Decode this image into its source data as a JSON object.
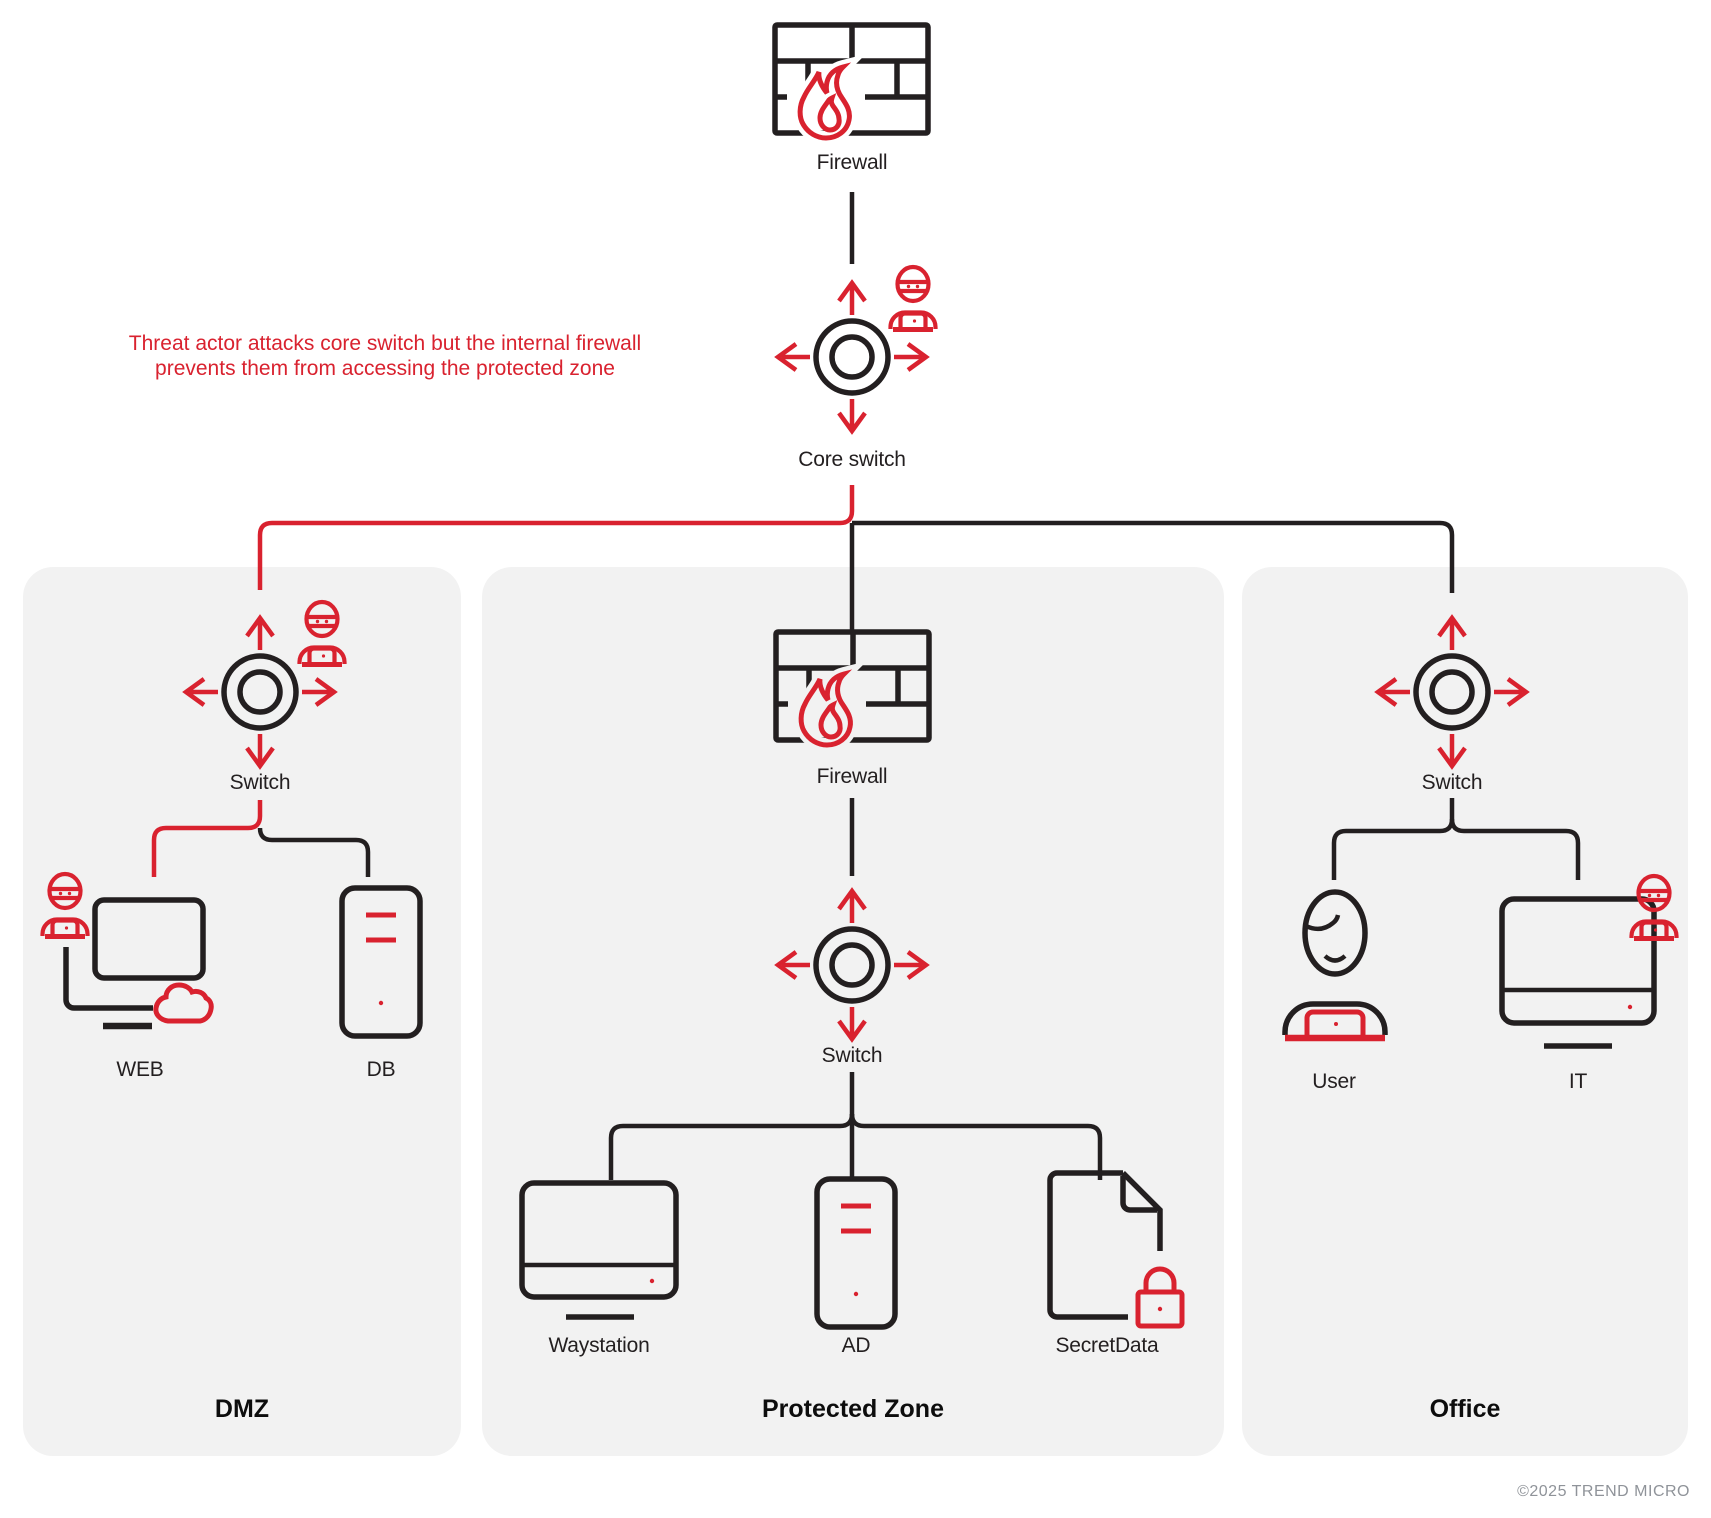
{
  "diagram": {
    "top": {
      "firewall_label": "Firewall",
      "core_switch_label": "Core switch"
    },
    "annotation": {
      "line1": "Threat actor attacks core switch but the internal firewall",
      "line2": "prevents them from accessing the protected zone"
    },
    "zones": {
      "dmz": {
        "title": "DMZ",
        "switch_label": "Switch",
        "web_label": "WEB",
        "db_label": "DB"
      },
      "protected": {
        "title": "Protected Zone",
        "firewall_label": "Firewall",
        "switch_label": "Switch",
        "waystation_label": "Waystation",
        "ad_label": "AD",
        "secretdata_label": "SecretData"
      },
      "office": {
        "title": "Office",
        "switch_label": "Switch",
        "user_label": "User",
        "it_label": "IT"
      }
    },
    "footer": {
      "copyright": "©2025 TREND MICRO"
    },
    "icons": {
      "firewall": "brick-wall-with-flame",
      "switch": "double-circle-with-four-arrows",
      "threat_actor": "masked-hacker-with-laptop",
      "web_server": "monitor-with-cloud",
      "database": "server-tower",
      "waystation": "workstation-monitor",
      "ad": "server-tower",
      "secret_data": "document-with-lock",
      "user": "person-with-laptop",
      "it": "monitor"
    },
    "colors": {
      "red": "#d9222f",
      "black": "#231f20",
      "zone_bg": "#f2f2f2",
      "muted": "#8f9399",
      "bg": "#ffffff"
    }
  }
}
